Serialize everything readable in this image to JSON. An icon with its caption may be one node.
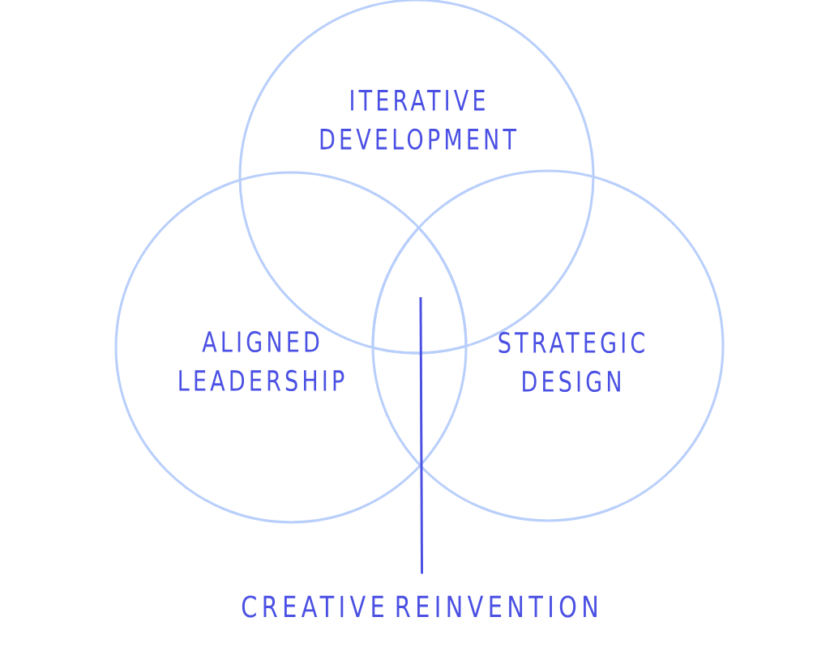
{
  "diagram": {
    "nodes": [
      {
        "text": [
          "ITERATIVE DEVELOPMENT"
        ]
      },
      {
        "text": [
          "ALIGNED LEADERSHIP"
        ]
      },
      {
        "text": [
          "STRATEGIC DESIGN"
        ]
      },
      {
        "text": [],
        "shape": "region"
      },
      {
        "text": [
          "CREATIVE REINVENTION"
        ]
      }
    ],
    "edges": [
      {
        "from": 4,
        "to": 3,
        "arrow": "none"
      }
    ]
  }
}
